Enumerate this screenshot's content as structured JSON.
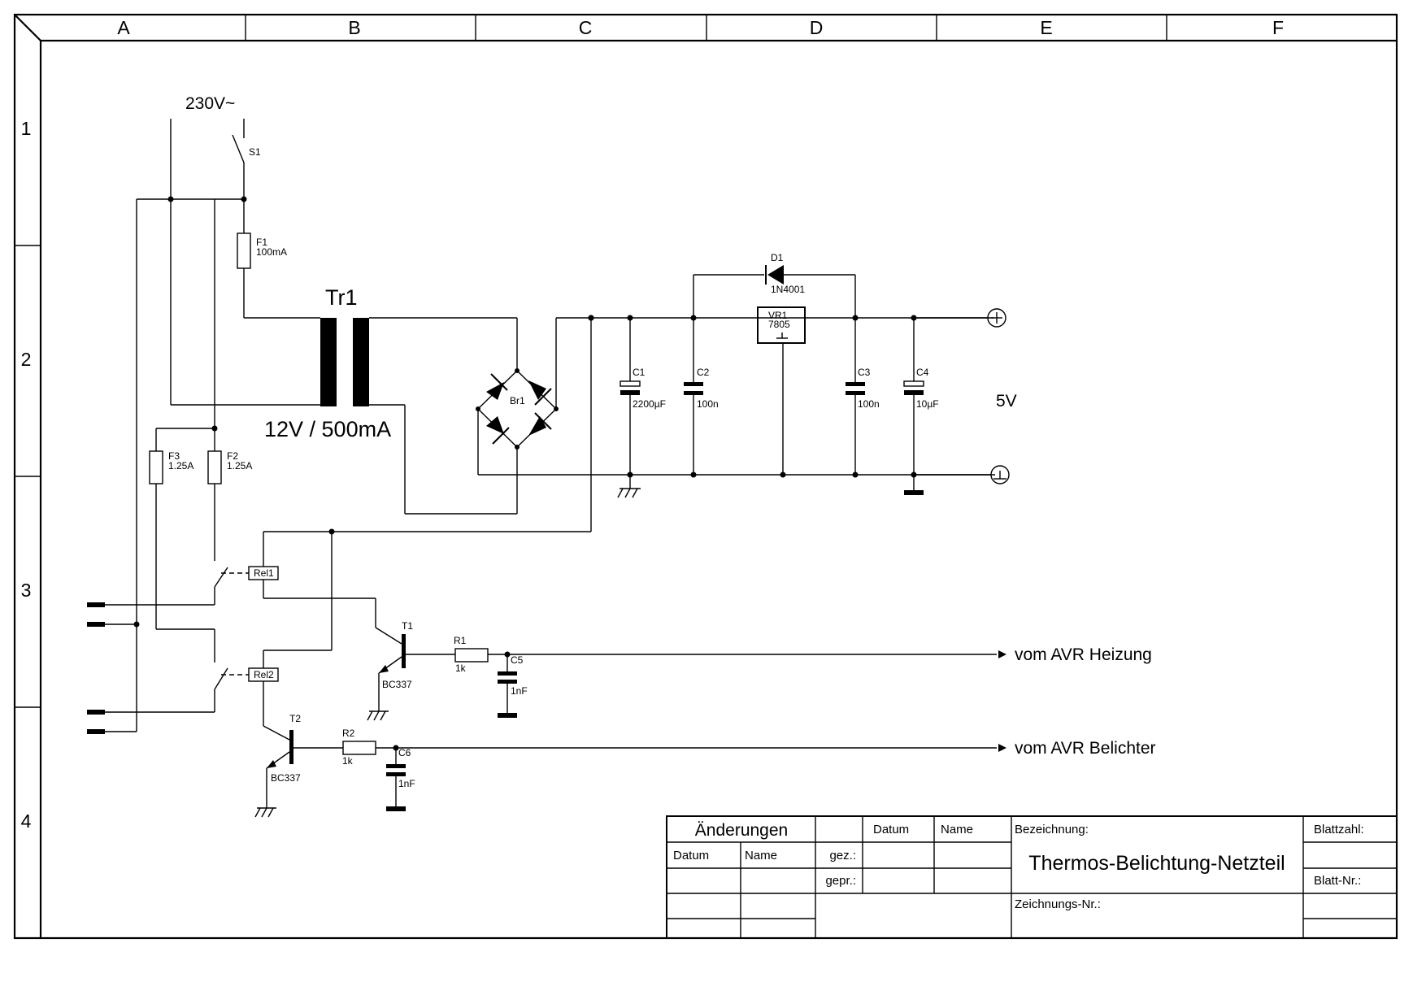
{
  "grid": {
    "columns": [
      "A",
      "B",
      "C",
      "D",
      "E",
      "F"
    ],
    "rows": [
      "1",
      "2",
      "3",
      "4"
    ]
  },
  "labels": {
    "mains": "230V~",
    "s1": "S1",
    "f1": "F1",
    "f1_val": "100mA",
    "tr1": "Tr1",
    "tr1_rating": "12V / 500mA",
    "br1": "Br1",
    "f2": "F2",
    "f2_val": "1.25A",
    "f3": "F3",
    "f3_val": "1.25A",
    "d1": "D1",
    "d1_val": "1N4001",
    "vr1": "VR1",
    "vr1_val": "7805",
    "c1": "C1",
    "c1_val": "2200µF",
    "c2": "C2",
    "c2_val": "100n",
    "c3": "C3",
    "c3_val": "100n",
    "c4": "C4",
    "c4_val": "10µF",
    "out_voltage": "5V",
    "rel1": "Rel1",
    "rel2": "Rel2",
    "t1": "T1",
    "t1_val": "BC337",
    "t2": "T2",
    "t2_val": "BC337",
    "r1": "R1",
    "r1_val": "1k",
    "r2": "R2",
    "r2_val": "1k",
    "c5": "C5",
    "c5_val": "1nF",
    "c6": "C6",
    "c6_val": "1nF",
    "sig1": "vom AVR Heizung",
    "sig2": "vom AVR Belichter"
  },
  "title_block": {
    "aenderungen": "Änderungen",
    "datum": "Datum",
    "name": "Name",
    "datum2": "Datum",
    "name2": "Name",
    "gez": "gez.:",
    "gepr": "gepr.:",
    "bezeichnung": "Bezeichnung:",
    "title": "Thermos-Belichtung-Netzteil",
    "blattzahl": "Blattzahl:",
    "blatt_nr": "Blatt-Nr.:",
    "zeichnungs_nr": "Zeichnungs-Nr.:"
  }
}
